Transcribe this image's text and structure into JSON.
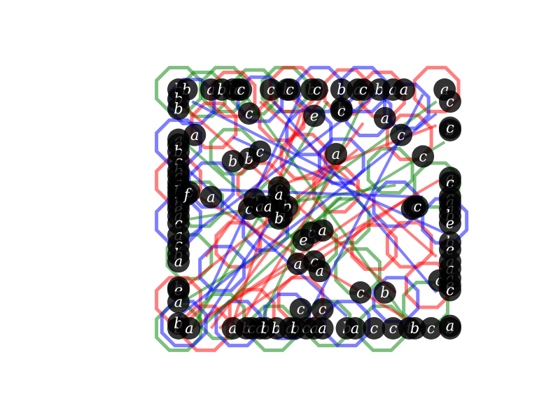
{
  "chart_data": {
    "type": "scatter",
    "title": "",
    "xlabel": "",
    "ylabel": "",
    "xlim": [
      0,
      1
    ],
    "ylim": [
      0,
      1
    ],
    "grid": false,
    "axes_visible": false,
    "colors": {
      "red": "#ff0000",
      "green": "#008000",
      "blue": "#0000ff",
      "node": "#000000",
      "label": "#ffffff"
    },
    "octagon_series": [
      {
        "color": "green",
        "points": [
          [
            0.0,
            1.0
          ],
          [
            0.09,
            0.98
          ],
          [
            0.17,
            1.0
          ],
          [
            0.28,
            0.99
          ],
          [
            0.39,
            1.0
          ],
          [
            0.08,
            0.52
          ],
          [
            0.36,
            0.52
          ],
          [
            0.5,
            0.35
          ],
          [
            0.62,
            0.45
          ],
          [
            0.78,
            0.66
          ],
          [
            0.91,
            0.1
          ],
          [
            0.75,
            0.0
          ],
          [
            0.55,
            0.02
          ],
          [
            0.35,
            0.0
          ],
          [
            0.16,
            0.05
          ],
          [
            0.0,
            0.0
          ],
          [
            0.95,
            0.6
          ],
          [
            0.2,
            0.74
          ],
          [
            0.04,
            0.3
          ],
          [
            0.66,
            0.24
          ]
        ]
      },
      {
        "color": "red",
        "points": [
          [
            0.2,
            0.98
          ],
          [
            0.42,
            1.0
          ],
          [
            0.62,
            0.99
          ],
          [
            0.75,
            0.98
          ],
          [
            0.95,
            1.0
          ],
          [
            0.0,
            0.62
          ],
          [
            0.0,
            0.12
          ],
          [
            0.13,
            0.85
          ],
          [
            0.3,
            0.6
          ],
          [
            0.46,
            0.72
          ],
          [
            0.58,
            0.58
          ],
          [
            0.72,
            0.34
          ],
          [
            0.45,
            0.12
          ],
          [
            0.27,
            0.07
          ],
          [
            0.1,
            0.0
          ],
          [
            0.85,
            0.8
          ],
          [
            0.85,
            0.35
          ],
          [
            0.22,
            0.35
          ],
          [
            0.38,
            0.88
          ],
          [
            0.92,
            0.18
          ]
        ]
      },
      {
        "color": "blue",
        "points": [
          [
            0.05,
            0.95
          ],
          [
            0.3,
            0.96
          ],
          [
            0.52,
            1.0
          ],
          [
            0.68,
            1.0
          ],
          [
            0.84,
            0.93
          ],
          [
            0.0,
            0.78
          ],
          [
            0.0,
            0.45
          ],
          [
            0.02,
            0.02
          ],
          [
            0.16,
            0.25
          ],
          [
            0.32,
            0.42
          ],
          [
            0.48,
            0.82
          ],
          [
            0.6,
            0.7
          ],
          [
            0.8,
            0.52
          ],
          [
            0.98,
            0.45
          ],
          [
            0.8,
            0.12
          ],
          [
            0.62,
            0.02
          ],
          [
            0.4,
            0.05
          ],
          [
            0.22,
            0.02
          ],
          [
            0.7,
            0.9
          ],
          [
            0.12,
            0.6
          ]
        ]
      }
    ],
    "edges": [
      {
        "color": "red",
        "from": [
          0.15,
          0.0
        ],
        "to": [
          0.85,
          0.55
        ]
      },
      {
        "color": "red",
        "from": [
          0.12,
          0.0
        ],
        "to": [
          0.68,
          0.86
        ]
      },
      {
        "color": "red",
        "from": [
          0.05,
          0.0
        ],
        "to": [
          0.72,
          0.52
        ]
      },
      {
        "color": "red",
        "from": [
          0.2,
          0.02
        ],
        "to": [
          0.45,
          0.9
        ]
      },
      {
        "color": "red",
        "from": [
          0.1,
          0.05
        ],
        "to": [
          0.96,
          0.62
        ]
      },
      {
        "color": "red",
        "from": [
          0.0,
          0.15
        ],
        "to": [
          0.66,
          0.75
        ]
      },
      {
        "color": "red",
        "from": [
          0.3,
          0.95
        ],
        "to": [
          0.95,
          0.3
        ]
      },
      {
        "color": "red",
        "from": [
          0.55,
          1.0
        ],
        "to": [
          0.1,
          0.3
        ]
      },
      {
        "color": "red",
        "from": [
          0.0,
          0.95
        ],
        "to": [
          0.8,
          0.15
        ]
      },
      {
        "color": "red",
        "from": [
          0.6,
          0.7
        ],
        "to": [
          0.22,
          0.0
        ]
      },
      {
        "color": "red",
        "from": [
          0.38,
          0.6
        ],
        "to": [
          0.95,
          0.85
        ]
      },
      {
        "color": "red",
        "from": [
          0.0,
          0.6
        ],
        "to": [
          0.9,
          0.0
        ]
      },
      {
        "color": "green",
        "from": [
          0.05,
          0.0
        ],
        "to": [
          0.55,
          0.95
        ]
      },
      {
        "color": "green",
        "from": [
          0.0,
          0.1
        ],
        "to": [
          0.98,
          0.78
        ]
      },
      {
        "color": "green",
        "from": [
          0.25,
          0.97
        ],
        "to": [
          0.83,
          0.05
        ]
      },
      {
        "color": "green",
        "from": [
          0.0,
          0.8
        ],
        "to": [
          0.55,
          0.25
        ]
      },
      {
        "color": "green",
        "from": [
          0.4,
          0.5
        ],
        "to": [
          0.95,
          0.95
        ]
      },
      {
        "color": "green",
        "from": [
          0.1,
          0.02
        ],
        "to": [
          0.6,
          0.55
        ]
      },
      {
        "color": "green",
        "from": [
          0.7,
          1.0
        ],
        "to": [
          0.3,
          0.02
        ]
      },
      {
        "color": "green",
        "from": [
          0.0,
          0.45
        ],
        "to": [
          0.8,
          0.6
        ]
      },
      {
        "color": "blue",
        "from": [
          0.08,
          0.0
        ],
        "to": [
          0.38,
          0.52
        ]
      },
      {
        "color": "blue",
        "from": [
          0.0,
          0.05
        ],
        "to": [
          0.95,
          0.9
        ]
      },
      {
        "color": "blue",
        "from": [
          0.35,
          0.95
        ],
        "to": [
          0.95,
          0.15
        ]
      },
      {
        "color": "blue",
        "from": [
          0.0,
          0.7
        ],
        "to": [
          0.62,
          0.05
        ]
      },
      {
        "color": "blue",
        "from": [
          0.45,
          0.98
        ],
        "to": [
          0.1,
          0.12
        ]
      },
      {
        "color": "blue",
        "from": [
          0.2,
          0.8
        ],
        "to": [
          0.98,
          0.4
        ]
      },
      {
        "color": "blue",
        "from": [
          0.65,
          0.6
        ],
        "to": [
          0.05,
          0.95
        ]
      },
      {
        "color": "blue",
        "from": [
          0.0,
          0.35
        ],
        "to": [
          0.75,
          1.0
        ]
      },
      {
        "color": "blue",
        "from": [
          0.5,
          0.1
        ],
        "to": [
          0.9,
          0.98
        ]
      },
      {
        "color": "blue",
        "from": [
          0.15,
          0.58
        ],
        "to": [
          0.9,
          0.55
        ]
      }
    ],
    "nodes": [
      {
        "x": 0.0,
        "y": 1.0,
        "label": "b"
      },
      {
        "x": 0.03,
        "y": 1.0,
        "label": "b"
      },
      {
        "x": 0.0,
        "y": 0.96,
        "label": "b"
      },
      {
        "x": 0.0,
        "y": 0.92,
        "label": "b"
      },
      {
        "x": 0.12,
        "y": 1.0,
        "label": "a"
      },
      {
        "x": 0.16,
        "y": 1.0,
        "label": "b"
      },
      {
        "x": 0.2,
        "y": 1.0,
        "label": "b"
      },
      {
        "x": 0.22,
        "y": 1.0,
        "label": "a"
      },
      {
        "x": 0.23,
        "y": 1.0,
        "label": "c"
      },
      {
        "x": 0.34,
        "y": 1.0,
        "label": "c"
      },
      {
        "x": 0.4,
        "y": 1.0,
        "label": "b"
      },
      {
        "x": 0.41,
        "y": 1.0,
        "label": "c"
      },
      {
        "x": 0.49,
        "y": 1.0,
        "label": "b"
      },
      {
        "x": 0.51,
        "y": 1.0,
        "label": "c"
      },
      {
        "x": 0.6,
        "y": 1.0,
        "label": "b"
      },
      {
        "x": 0.66,
        "y": 1.0,
        "label": "a"
      },
      {
        "x": 0.68,
        "y": 1.0,
        "label": "c"
      },
      {
        "x": 0.74,
        "y": 1.0,
        "label": "b"
      },
      {
        "x": 0.79,
        "y": 1.0,
        "label": "a"
      },
      {
        "x": 0.83,
        "y": 1.0,
        "label": "a"
      },
      {
        "x": 0.98,
        "y": 1.0,
        "label": "a"
      },
      {
        "x": 1.0,
        "y": 0.95,
        "label": "c"
      },
      {
        "x": 1.0,
        "y": 0.83,
        "label": "b"
      },
      {
        "x": 1.0,
        "y": 0.84,
        "label": "c"
      },
      {
        "x": 0.26,
        "y": 0.9,
        "label": "c"
      },
      {
        "x": 0.5,
        "y": 0.89,
        "label": "e"
      },
      {
        "x": 0.6,
        "y": 0.92,
        "label": "b"
      },
      {
        "x": 0.6,
        "y": 0.91,
        "label": "c"
      },
      {
        "x": 0.76,
        "y": 0.88,
        "label": "a"
      },
      {
        "x": 0.82,
        "y": 0.81,
        "label": "c"
      },
      {
        "x": 0.9,
        "y": 0.72,
        "label": "c"
      },
      {
        "x": 0.06,
        "y": 0.81,
        "label": "a"
      },
      {
        "x": 0.0,
        "y": 0.79,
        "label": "a"
      },
      {
        "x": 0.0,
        "y": 0.77,
        "label": "e"
      },
      {
        "x": 0.0,
        "y": 0.74,
        "label": "b"
      },
      {
        "x": 0.0,
        "y": 0.7,
        "label": "c"
      },
      {
        "x": 0.0,
        "y": 0.66,
        "label": "b"
      },
      {
        "x": 0.0,
        "y": 0.64,
        "label": "c"
      },
      {
        "x": 0.0,
        "y": 0.61,
        "label": "a"
      },
      {
        "x": 0.0,
        "y": 0.59,
        "label": "e"
      },
      {
        "x": 0.0,
        "y": 0.57,
        "label": "b"
      },
      {
        "x": 0.0,
        "y": 0.55,
        "label": "a"
      },
      {
        "x": 0.0,
        "y": 0.52,
        "label": "b"
      },
      {
        "x": 0.0,
        "y": 0.5,
        "label": "e"
      },
      {
        "x": 0.0,
        "y": 0.47,
        "label": "a"
      },
      {
        "x": 0.0,
        "y": 0.44,
        "label": "c"
      },
      {
        "x": 0.0,
        "y": 0.39,
        "label": "a"
      },
      {
        "x": 0.0,
        "y": 0.35,
        "label": "c"
      },
      {
        "x": 0.0,
        "y": 0.31,
        "label": "b"
      },
      {
        "x": 0.0,
        "y": 0.28,
        "label": "a"
      },
      {
        "x": 0.0,
        "y": 0.17,
        "label": "b"
      },
      {
        "x": 0.0,
        "y": 0.16,
        "label": "e"
      },
      {
        "x": 0.0,
        "y": 0.11,
        "label": "a"
      },
      {
        "x": 0.04,
        "y": 0.57,
        "label": "c"
      },
      {
        "x": 0.03,
        "y": 0.56,
        "label": "f"
      },
      {
        "x": 0.12,
        "y": 0.55,
        "label": "a"
      },
      {
        "x": 0.2,
        "y": 0.7,
        "label": "b"
      },
      {
        "x": 0.26,
        "y": 0.71,
        "label": "b"
      },
      {
        "x": 0.3,
        "y": 0.74,
        "label": "c"
      },
      {
        "x": 0.58,
        "y": 0.73,
        "label": "a"
      },
      {
        "x": 0.28,
        "y": 0.54,
        "label": "a"
      },
      {
        "x": 0.26,
        "y": 0.5,
        "label": "c"
      },
      {
        "x": 0.3,
        "y": 0.51,
        "label": "a"
      },
      {
        "x": 0.33,
        "y": 0.51,
        "label": "a"
      },
      {
        "x": 0.38,
        "y": 0.51,
        "label": "b"
      },
      {
        "x": 0.4,
        "y": 0.51,
        "label": "b"
      },
      {
        "x": 0.37,
        "y": 0.59,
        "label": "c"
      },
      {
        "x": 0.37,
        "y": 0.56,
        "label": "a"
      },
      {
        "x": 0.38,
        "y": 0.47,
        "label": "a"
      },
      {
        "x": 0.37,
        "y": 0.46,
        "label": "b"
      },
      {
        "x": 0.49,
        "y": 0.4,
        "label": "c"
      },
      {
        "x": 0.53,
        "y": 0.41,
        "label": "a"
      },
      {
        "x": 0.46,
        "y": 0.37,
        "label": "e"
      },
      {
        "x": 0.44,
        "y": 0.27,
        "label": "a"
      },
      {
        "x": 0.5,
        "y": 0.28,
        "label": "c"
      },
      {
        "x": 0.52,
        "y": 0.24,
        "label": "a"
      },
      {
        "x": 0.86,
        "y": 0.5,
        "label": "b"
      },
      {
        "x": 0.87,
        "y": 0.51,
        "label": "c"
      },
      {
        "x": 0.88,
        "y": 0.51,
        "label": "c"
      },
      {
        "x": 0.67,
        "y": 0.15,
        "label": "c"
      },
      {
        "x": 0.76,
        "y": 0.15,
        "label": "b"
      },
      {
        "x": 0.45,
        "y": 0.08,
        "label": "c"
      },
      {
        "x": 0.53,
        "y": 0.08,
        "label": "c"
      },
      {
        "x": 0.96,
        "y": 0.2,
        "label": "c"
      },
      {
        "x": 1.0,
        "y": 0.63,
        "label": "a"
      },
      {
        "x": 1.0,
        "y": 0.61,
        "label": "c"
      },
      {
        "x": 1.0,
        "y": 0.55,
        "label": "c"
      },
      {
        "x": 1.0,
        "y": 0.53,
        "label": "a"
      },
      {
        "x": 1.0,
        "y": 0.5,
        "label": "a"
      },
      {
        "x": 1.0,
        "y": 0.47,
        "label": "b"
      },
      {
        "x": 1.0,
        "y": 0.44,
        "label": "e"
      },
      {
        "x": 1.0,
        "y": 0.36,
        "label": "b"
      },
      {
        "x": 1.0,
        "y": 0.33,
        "label": "e"
      },
      {
        "x": 1.0,
        "y": 0.28,
        "label": "a"
      },
      {
        "x": 1.0,
        "y": 0.25,
        "label": "a"
      },
      {
        "x": 1.0,
        "y": 0.21,
        "label": "a"
      },
      {
        "x": 1.0,
        "y": 0.18,
        "label": "e"
      },
      {
        "x": 1.0,
        "y": 0.16,
        "label": "c"
      },
      {
        "x": 0.0,
        "y": 0.0,
        "label": "b"
      },
      {
        "x": 0.0,
        "y": 0.02,
        "label": "b"
      },
      {
        "x": 0.04,
        "y": 0.0,
        "label": "a"
      },
      {
        "x": 0.2,
        "y": 0.0,
        "label": "a"
      },
      {
        "x": 0.25,
        "y": 0.0,
        "label": "b"
      },
      {
        "x": 0.27,
        "y": 0.0,
        "label": "c"
      },
      {
        "x": 0.3,
        "y": 0.0,
        "label": "a"
      },
      {
        "x": 0.32,
        "y": 0.0,
        "label": "b"
      },
      {
        "x": 0.36,
        "y": 0.0,
        "label": "b"
      },
      {
        "x": 0.41,
        "y": 0.0,
        "label": "a"
      },
      {
        "x": 0.43,
        "y": 0.0,
        "label": "b"
      },
      {
        "x": 0.47,
        "y": 0.0,
        "label": "c"
      },
      {
        "x": 0.5,
        "y": 0.0,
        "label": "a"
      },
      {
        "x": 0.53,
        "y": 0.0,
        "label": "a"
      },
      {
        "x": 0.62,
        "y": 0.0,
        "label": "b"
      },
      {
        "x": 0.65,
        "y": 0.0,
        "label": "a"
      },
      {
        "x": 0.72,
        "y": 0.0,
        "label": "c"
      },
      {
        "x": 0.79,
        "y": 0.0,
        "label": "c"
      },
      {
        "x": 0.85,
        "y": 0.0,
        "label": "t"
      },
      {
        "x": 0.87,
        "y": 0.0,
        "label": "b"
      },
      {
        "x": 0.93,
        "y": 0.0,
        "label": "c"
      },
      {
        "x": 1.0,
        "y": 0.0,
        "label": "b"
      },
      {
        "x": 1.0,
        "y": 0.01,
        "label": "a"
      }
    ]
  }
}
